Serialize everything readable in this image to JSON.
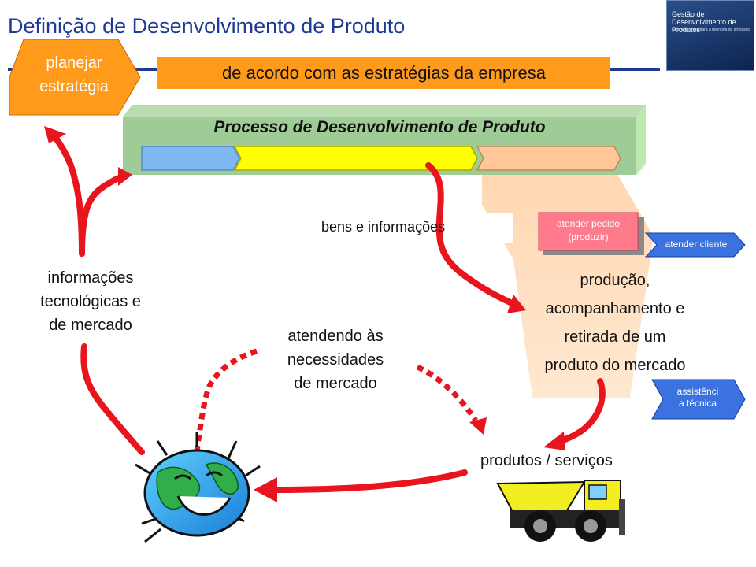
{
  "title": "Definição de Desenvolvimento de Produto",
  "logo": {
    "line1": "Gestão de",
    "line2": "Desenvolvimento de Produtos",
    "tagline": "Uma referência para a melhoria do processo"
  },
  "planejar": [
    "planejar",
    "estratégia"
  ],
  "strategy_banner": "de acordo com as estratégias da empresa",
  "process_title": "Processo de Desenvolvimento de Produto",
  "bens_label": "bens e informações",
  "atender_pedido": [
    "atender pedido",
    "(produzir)"
  ],
  "atender_cliente": "atender cliente",
  "info_label": [
    "informações",
    "tecnológicas e",
    "de mercado"
  ],
  "producao_label": [
    "produção,",
    "acompanhamento e",
    "retirada de um",
    "produto do mercado"
  ],
  "atendendo_label": [
    "atendendo às",
    "necessidades",
    "de mercado"
  ],
  "assistencia": [
    "assistênci",
    "a técnica"
  ],
  "produtos_label": "produtos / serviços",
  "colors": {
    "accent_blue": "#1f3a93",
    "orange": "#ff9a1a",
    "arrow_red": "#e8141e",
    "process_green": "#9fcb96",
    "phase_blue": "#7fb7f0",
    "phase_yellow": "#ffff00",
    "phase_peach": "#ffc79a",
    "chevron_blue": "#3a72e0"
  },
  "icons": [
    "globe-icon",
    "dump-truck-icon"
  ]
}
